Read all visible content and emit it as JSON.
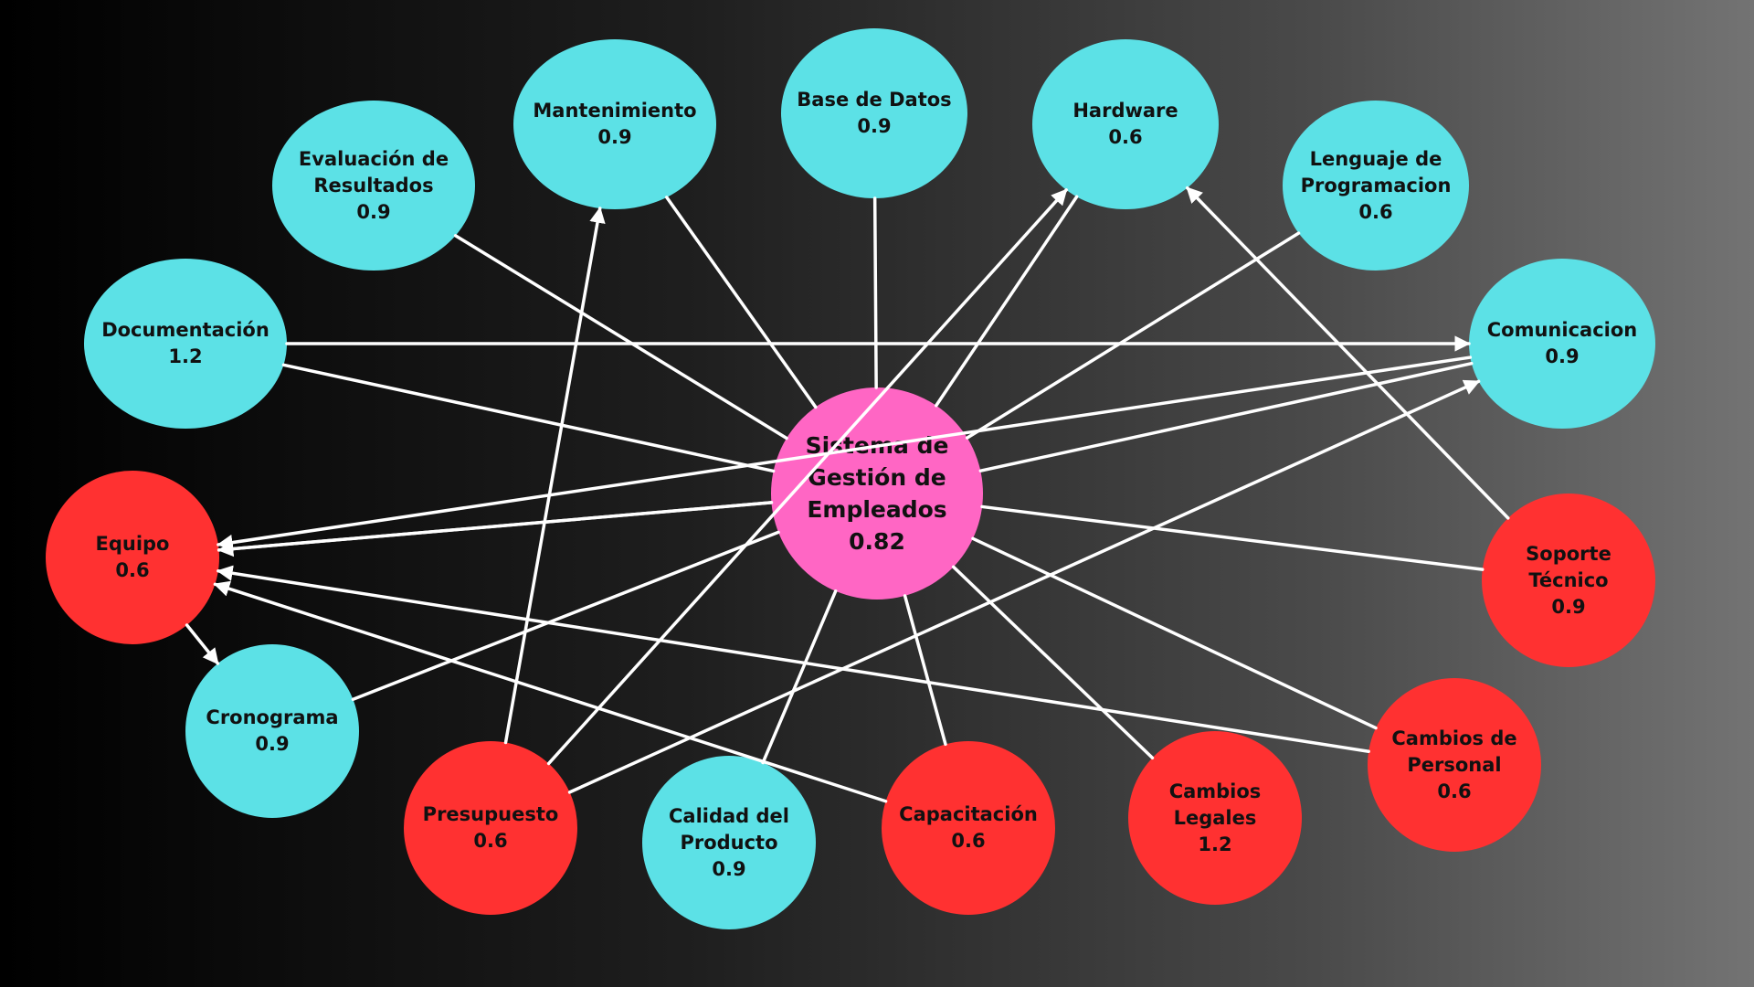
{
  "center": {
    "title": "Sistema de Gestión de Empleados",
    "value": "0.82",
    "color": "#ff66c4"
  },
  "colors": {
    "good": "#5ce1e6",
    "risk": "#ff3131",
    "edge": "#ffffff"
  },
  "nodes": [
    {
      "id": "evaluacion",
      "label": "Evaluación de Resultados",
      "value": "0.9",
      "category": "good"
    },
    {
      "id": "mantenimiento",
      "label": "Mantenimiento",
      "value": "0.9",
      "category": "good"
    },
    {
      "id": "basedatos",
      "label": "Base de Datos",
      "value": "0.9",
      "category": "good"
    },
    {
      "id": "hardware",
      "label": "Hardware",
      "value": "0.6",
      "category": "good"
    },
    {
      "id": "lenguaje",
      "label": "Lenguaje de Programacion",
      "value": "0.6",
      "category": "good"
    },
    {
      "id": "documentacion",
      "label": "Documentación",
      "value": "1.2",
      "category": "good"
    },
    {
      "id": "comunicacion",
      "label": "Comunicacion",
      "value": "0.9",
      "category": "good"
    },
    {
      "id": "equipo",
      "label": "Equipo",
      "value": "0.6",
      "category": "risk"
    },
    {
      "id": "soporte",
      "label": "Soporte Técnico",
      "value": "0.9",
      "category": "risk"
    },
    {
      "id": "cronograma",
      "label": "Cronograma",
      "value": "0.9",
      "category": "good"
    },
    {
      "id": "cambiospersonal",
      "label": "Cambios de Personal",
      "value": "0.6",
      "category": "risk"
    },
    {
      "id": "presupuesto",
      "label": "Presupuesto",
      "value": "0.6",
      "category": "risk"
    },
    {
      "id": "calidad",
      "label": "Calidad del Producto",
      "value": "0.9",
      "category": "good"
    },
    {
      "id": "capacitacion",
      "label": "Capacitación",
      "value": "0.6",
      "category": "risk"
    },
    {
      "id": "cambioslegales",
      "label": "Cambios Legales",
      "value": "1.2",
      "category": "risk"
    }
  ],
  "edges": [
    {
      "from": "evaluacion",
      "to": "center"
    },
    {
      "from": "mantenimiento",
      "to": "center"
    },
    {
      "from": "basedatos",
      "to": "center"
    },
    {
      "from": "center",
      "to": "hardware"
    },
    {
      "from": "documentacion",
      "to": "comunicacion",
      "arrow": true
    },
    {
      "from": "documentacion",
      "to": "center"
    },
    {
      "from": "lenguaje",
      "to": "center"
    },
    {
      "from": "center",
      "to": "comunicacion"
    },
    {
      "from": "center",
      "to": "soporte"
    },
    {
      "from": "center",
      "to": "cambiospersonal"
    },
    {
      "from": "center",
      "to": "cambioslegales"
    },
    {
      "from": "center",
      "to": "capacitacion"
    },
    {
      "from": "center",
      "to": "calidad"
    },
    {
      "from": "center",
      "to": "equipo",
      "arrow": true
    },
    {
      "from": "comunicacion",
      "to": "equipo",
      "arrow": true
    },
    {
      "from": "cambiospersonal",
      "to": "equipo",
      "arrow": true
    },
    {
      "from": "capacitacion",
      "to": "equipo",
      "arrow": true
    },
    {
      "from": "equipo",
      "to": "cronograma",
      "arrow": true
    },
    {
      "from": "center",
      "to": "cronograma"
    },
    {
      "from": "presupuesto",
      "to": "mantenimiento",
      "arrow": true
    },
    {
      "from": "presupuesto",
      "to": "hardware",
      "arrow": true
    },
    {
      "from": "presupuesto",
      "to": "comunicacion",
      "arrow": true
    },
    {
      "from": "soporte",
      "to": "hardware",
      "arrow": true
    },
    {
      "from": "center",
      "to": "equipo"
    }
  ]
}
